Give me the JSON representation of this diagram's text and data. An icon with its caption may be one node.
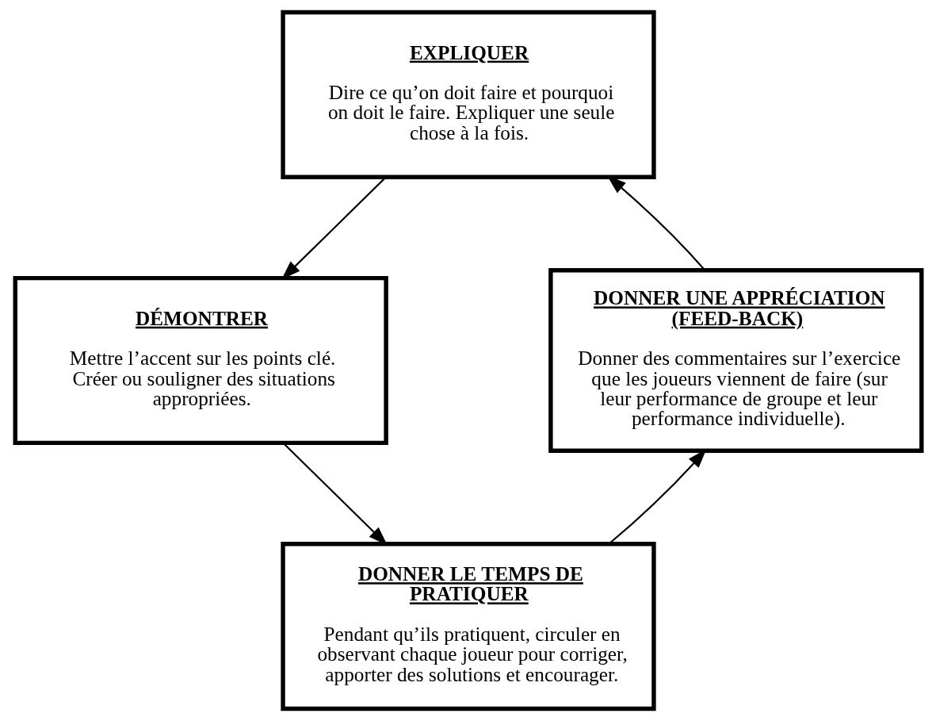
{
  "diagram": {
    "nodes": [
      {
        "text": [
          "EXPLIQUER",
          "Dire ce qu’on doit faire et pourquoi on doit le faire. Expliquer une seule chose à la fois."
        ]
      },
      {
        "text": [
          "DÉMONTRER",
          "Mettre l’accent sur les points clé. Créer ou souligner des situations appropriées."
        ]
      },
      {
        "text": [
          "DONNER LE TEMPS DE PRATIQUER",
          "Pendant qu’ils pratiquent, circuler en observant chaque joueur pour corriger, apporter des solutions et encourager."
        ]
      },
      {
        "text": [
          "DONNER UNE APPRÉCIATION (FEED-BACK)",
          "Donner des commentaires sur l’exercice que les joueurs viennent de faire (sur leur performance de groupe et leur performance individuelle)."
        ]
      }
    ],
    "edges": [
      {
        "from": 0,
        "to": 1,
        "arrow": "to"
      },
      {
        "from": 1,
        "to": 2,
        "arrow": "to"
      },
      {
        "from": 2,
        "to": 3,
        "arrow": "to"
      },
      {
        "from": 3,
        "to": 0,
        "arrow": "to"
      }
    ]
  }
}
